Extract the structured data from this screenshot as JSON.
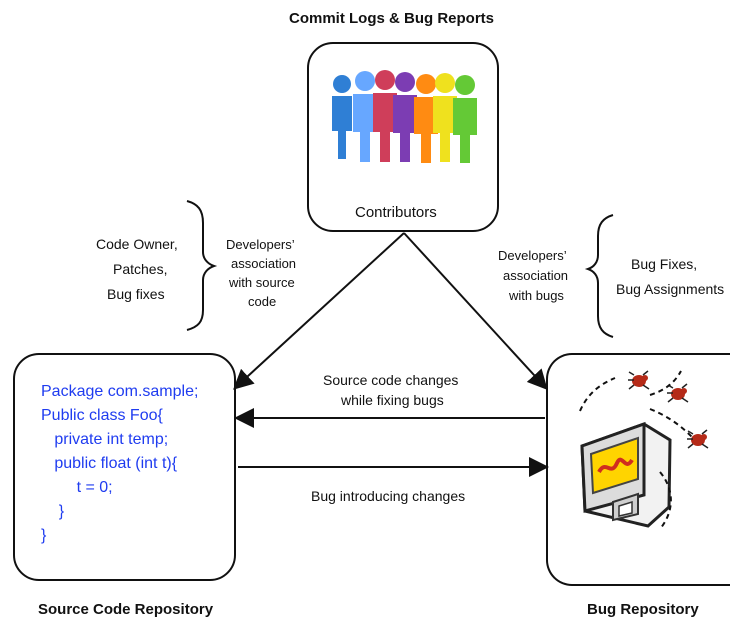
{
  "titles": {
    "top": "Commit Logs & Bug Reports",
    "left_bottom": "Source Code Repository",
    "right_bottom": "Bug Repository"
  },
  "contributors_box": {
    "label": "Contributors"
  },
  "left_note": {
    "lines": [
      "Code Owner,",
      "Patches,",
      "Bug fixes"
    ],
    "association_lines": [
      "Developers’",
      "association",
      "with source",
      "code"
    ]
  },
  "right_note": {
    "association_lines": [
      "Developers’",
      "association",
      "with bugs"
    ],
    "lines": [
      "Bug Fixes,",
      "Bug Assignments"
    ]
  },
  "middle_labels": {
    "upper_lines": [
      "Source code changes",
      "while fixing bugs"
    ],
    "lower": "Bug introducing changes"
  },
  "code_lines": [
    "Package com.sample;",
    "Public class Foo{",
    "   private int temp;",
    "   public float (int t){",
    "        t = 0;",
    "    }",
    "}"
  ],
  "colors": {
    "code_text": "#1f3cf0",
    "line": "#111111",
    "note_box_fill": "#fff",
    "bug_screen": "#ffd400"
  },
  "icons": [
    "people-icon",
    "bug-icon",
    "computer-icon"
  ]
}
